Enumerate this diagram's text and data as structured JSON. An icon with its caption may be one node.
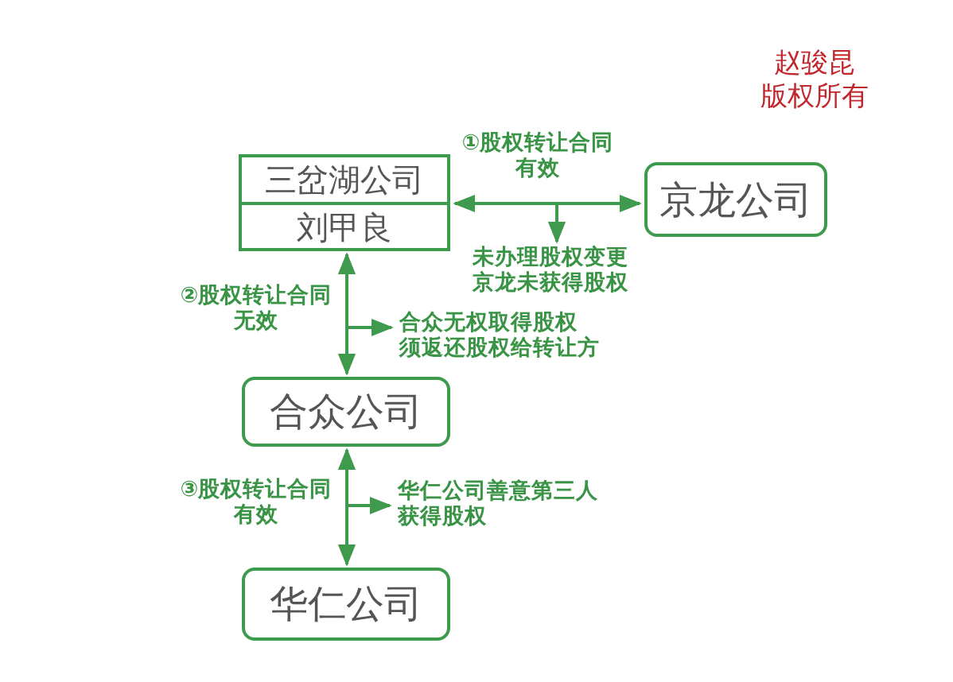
{
  "diagram": {
    "nodes": [
      {
        "text": [
          "三岔湖公司",
          "刘甲良"
        ]
      },
      {
        "text": [
          "京龙公司"
        ]
      },
      {
        "text": [
          "合众公司"
        ]
      },
      {
        "text": [
          "华仁公司"
        ]
      },
      {
        "text": [
          "未办理股权变更京龙未获得股权"
        ]
      },
      {
        "text": [
          "合众无权取得股权须返还股权给转让方"
        ]
      },
      {
        "text": [
          "华仁公司善意第三人获得股权"
        ]
      }
    ],
    "edges": [
      {
        "from": 0,
        "to": 1,
        "arrow": "both",
        "label": "①股权转让合同有效"
      },
      {
        "from": 0,
        "to": 2,
        "arrow": "both",
        "label": "②股权转让合同无效"
      },
      {
        "from": 2,
        "to": 3,
        "arrow": "both",
        "label": "③股权转让合同有效"
      },
      {
        "from": null,
        "to": 4,
        "arrow": "to"
      },
      {
        "from": null,
        "to": 5,
        "arrow": "to"
      },
      {
        "from": null,
        "to": 6,
        "arrow": "to"
      }
    ],
    "labels": [
      "赵骏昆版权所有"
    ]
  }
}
